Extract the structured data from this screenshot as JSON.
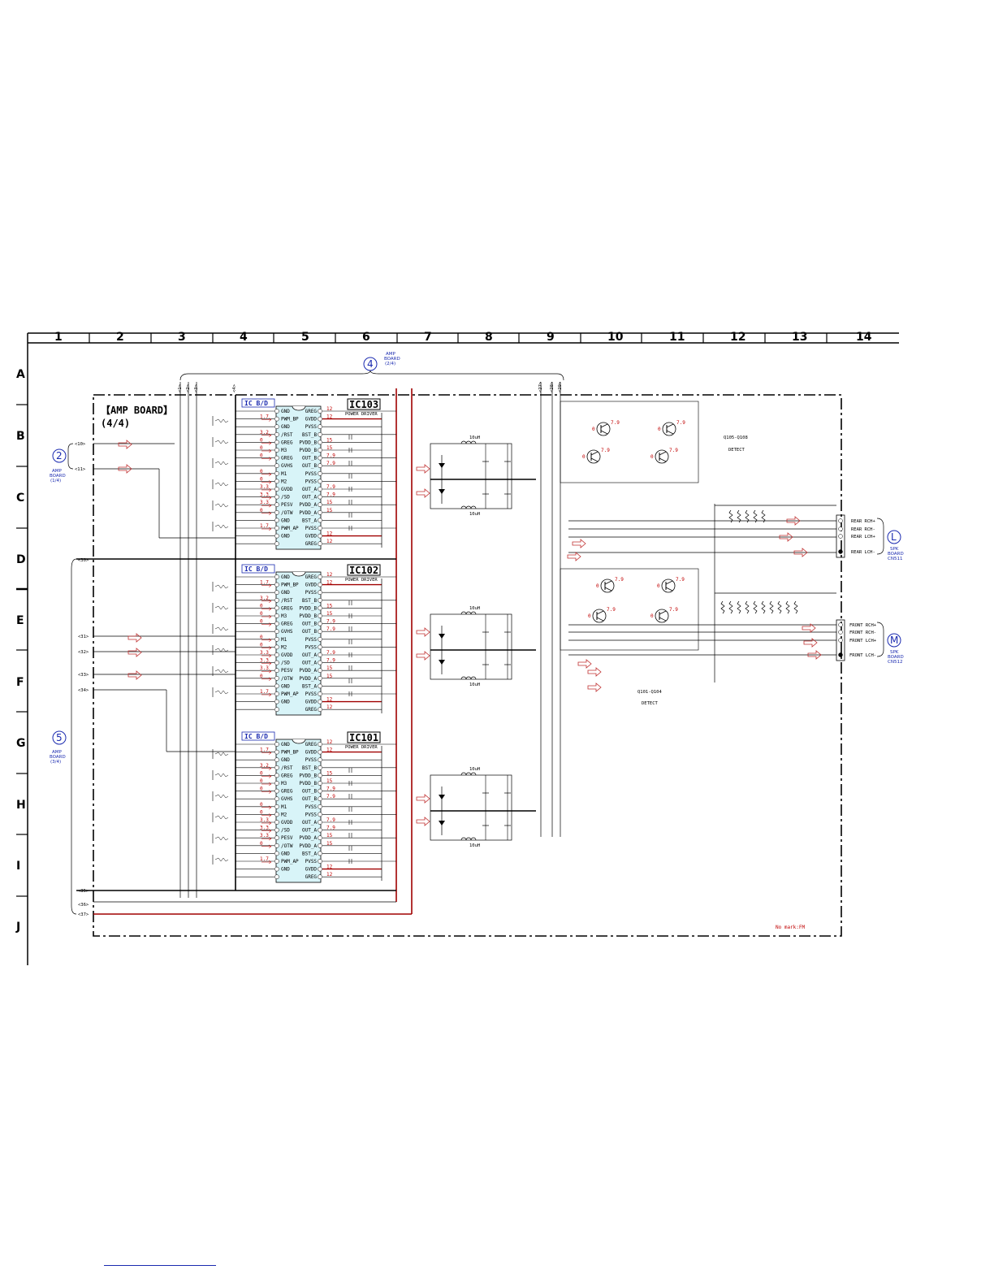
{
  "grid": {
    "columns": [
      "1",
      "2",
      "3",
      "4",
      "5",
      "6",
      "7",
      "8",
      "9",
      "10",
      "11",
      "12",
      "13",
      "14"
    ],
    "rows": [
      "A",
      "B",
      "C",
      "D",
      "E",
      "F",
      "G",
      "H",
      "I",
      "J"
    ]
  },
  "board": {
    "title_line1": "【AMP BOARD】",
    "title_line2": "(4/4)"
  },
  "connectors": {
    "c2": {
      "num": "2",
      "line1": "AMP",
      "line2": "BOARD",
      "line3": "(1/4)"
    },
    "c4": {
      "num": "4",
      "line1": "AMP",
      "line2": "BOARD",
      "line3": "(2/4)"
    },
    "c5": {
      "num": "5",
      "line1": "AMP",
      "line2": "BOARD",
      "line3": "(3/4)"
    },
    "cL": {
      "num": "L",
      "line1": "SPK",
      "line2": "BOARD",
      "line3": "CN511"
    },
    "cM": {
      "num": "M",
      "line1": "SPK",
      "line2": "BOARD",
      "line3": "CN512"
    }
  },
  "ics": [
    {
      "name": "IC103",
      "bd": "IC B/D",
      "role": "POWER DRIVER"
    },
    {
      "name": "IC102",
      "bd": "IC B/D",
      "role": "POWER DRIVER"
    },
    {
      "name": "IC101",
      "bd": "IC B/D",
      "role": "POWER DRIVER"
    }
  ],
  "ic_pins_left": [
    "GND",
    "PWM_BP",
    "GND",
    "/RST",
    "GREG",
    "M3",
    "GREG",
    "GVHS",
    "M1",
    "M2",
    "GVDD",
    "/SD",
    "PESV",
    "/OTW",
    "GND",
    "PWM_AP",
    "GND"
  ],
  "ic_pins_right": [
    "GREG",
    "GVDD",
    "PVSS",
    "BST_B",
    "PVDD_B",
    "PVDD_B",
    "OUT_B",
    "OUT_B",
    "PVSS",
    "PVSS",
    "OUT_A",
    "OUT_A",
    "PVDD_A",
    "PVDD_A",
    "BST_A",
    "PVSS",
    "GVDD",
    "GREG"
  ],
  "ic_volts_left": [
    "1.7",
    "3.2",
    "0",
    "0",
    "0",
    "0",
    "0",
    "3.3",
    "3.3",
    "3.3",
    "0",
    "1.7"
  ],
  "ic_volts_right": [
    "12",
    "12",
    "15",
    "15",
    "7.9",
    "7.9",
    "7.9",
    "7.9",
    "15",
    "15",
    "12",
    "12"
  ],
  "transistors": {
    "rear_label": "Q105-Q108",
    "rear_sub": "DETECT",
    "front_label": "Q101-Q104",
    "front_sub": "DETECT",
    "volt": "7.9",
    "zero": "0"
  },
  "inductor_label": "10uH",
  "inputs_top": [
    "<10>",
    "<11>"
  ],
  "inputs_mid": [
    "<30>",
    "<31>",
    "<32>",
    "<33>",
    "<34>"
  ],
  "inputs_bottom": [
    "<35>",
    "<36>",
    "<37>"
  ],
  "top_connectors": [
    "<1>",
    "<2>",
    "<3>",
    "<4>",
    "<27>",
    "<28>",
    "<29>"
  ],
  "outputs_rear": [
    "REAR RCH+",
    "REAR RCH-",
    "REAR LCH+",
    "REAR LCH-"
  ],
  "outputs_front": [
    "FRONT RCH+",
    "FRONT RCH-",
    "FRONT LCH+",
    "FRONT LCH-"
  ],
  "note": "No mark:FM",
  "colors": {
    "ic_fill": "#d8f4f8",
    "trace_red": "#a00000",
    "blue": "#1a2ab0",
    "arrow_red": "#c03030"
  }
}
